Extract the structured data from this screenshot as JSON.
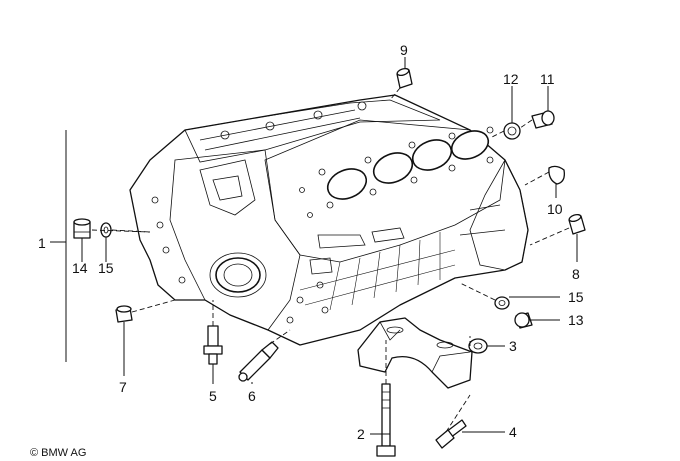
{
  "diagram": {
    "copyright": "© BMW AG",
    "callouts": [
      {
        "id": "c1",
        "label": "1"
      },
      {
        "id": "c2",
        "label": "2"
      },
      {
        "id": "c3",
        "label": "3"
      },
      {
        "id": "c4",
        "label": "4"
      },
      {
        "id": "c5",
        "label": "5"
      },
      {
        "id": "c6",
        "label": "6"
      },
      {
        "id": "c7",
        "label": "7"
      },
      {
        "id": "c8",
        "label": "8"
      },
      {
        "id": "c9",
        "label": "9"
      },
      {
        "id": "c10",
        "label": "10"
      },
      {
        "id": "c11",
        "label": "11"
      },
      {
        "id": "c12",
        "label": "12"
      },
      {
        "id": "c13",
        "label": "13"
      },
      {
        "id": "c14",
        "label": "14"
      },
      {
        "id": "c15a",
        "label": "15"
      },
      {
        "id": "c15b",
        "label": "15"
      }
    ]
  }
}
